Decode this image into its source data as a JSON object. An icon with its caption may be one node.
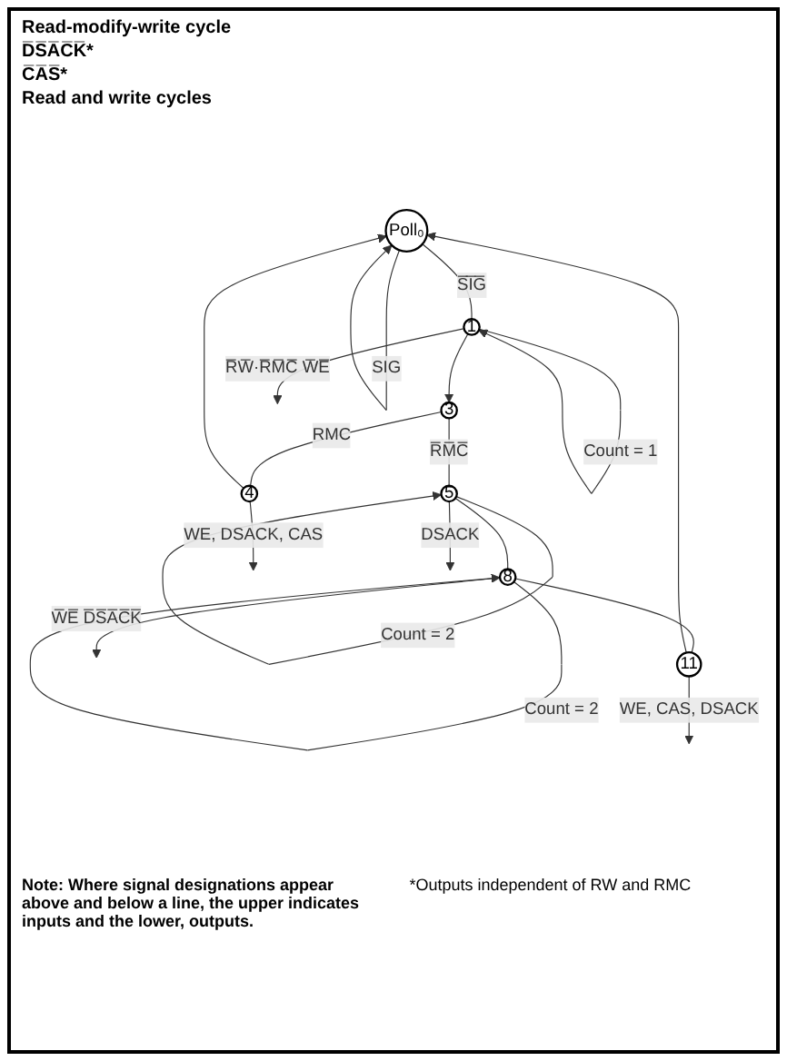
{
  "diagram": {
    "nodes": [
      {
        "text": [
          "Poll₀"
        ]
      },
      {
        "text": [
          "1"
        ]
      },
      {
        "text": [
          "3"
        ]
      },
      {
        "text": [
          "4"
        ]
      },
      {
        "text": [
          "5"
        ]
      },
      {
        "text": [
          "8"
        ]
      },
      {
        "text": [
          "11"
        ]
      }
    ],
    "edges": [
      {
        "from": 0,
        "to": 0,
        "arrow": "to",
        "label": "SIG"
      },
      {
        "from": 0,
        "to": 1,
        "arrow": "none",
        "label": "S̅I̅G̅"
      },
      {
        "from": 1,
        "to": 1,
        "arrow": "to",
        "label": "Count = 1"
      },
      {
        "from": 1,
        "to": null,
        "arrow": "to",
        "label": "R̅W̅·R̅M̅C̅ W̅E̅"
      },
      {
        "from": 1,
        "to": 2,
        "arrow": "to"
      },
      {
        "from": 2,
        "to": 3,
        "arrow": "none",
        "label": "RMC"
      },
      {
        "from": 2,
        "to": 4,
        "arrow": "none",
        "label": "R̅M̅C̅"
      },
      {
        "from": 3,
        "to": null,
        "arrow": "to",
        "label": "WE, DSACK, CAS"
      },
      {
        "from": 3,
        "to": 0,
        "arrow": "to"
      },
      {
        "from": 4,
        "to": 4,
        "arrow": "to",
        "label": "Count = 2"
      },
      {
        "from": 4,
        "to": null,
        "arrow": "to",
        "label": "DSACK"
      },
      {
        "from": 4,
        "to": 5,
        "arrow": "none"
      },
      {
        "from": 5,
        "to": 5,
        "arrow": "to",
        "label": "Count = 2"
      },
      {
        "from": 5,
        "to": null,
        "arrow": "to",
        "label": "W̅E̅ D̅S̅A̅C̅K̅"
      },
      {
        "from": 5,
        "to": 6,
        "arrow": "none"
      },
      {
        "from": 6,
        "to": null,
        "arrow": "to",
        "label": "WE, CAS, DSACK"
      },
      {
        "from": 6,
        "to": 0,
        "arrow": "to"
      }
    ],
    "labels": [
      "Read-modify-write cycle",
      "D̅S̅A̅C̅K̅*",
      "C̅A̅S̅*",
      "Read and write cycles",
      "Note: Where signal designations appear above and below a line, the upper indicates inputs and the lower, outputs.",
      "*Outputs independent of RW and RMC"
    ]
  }
}
